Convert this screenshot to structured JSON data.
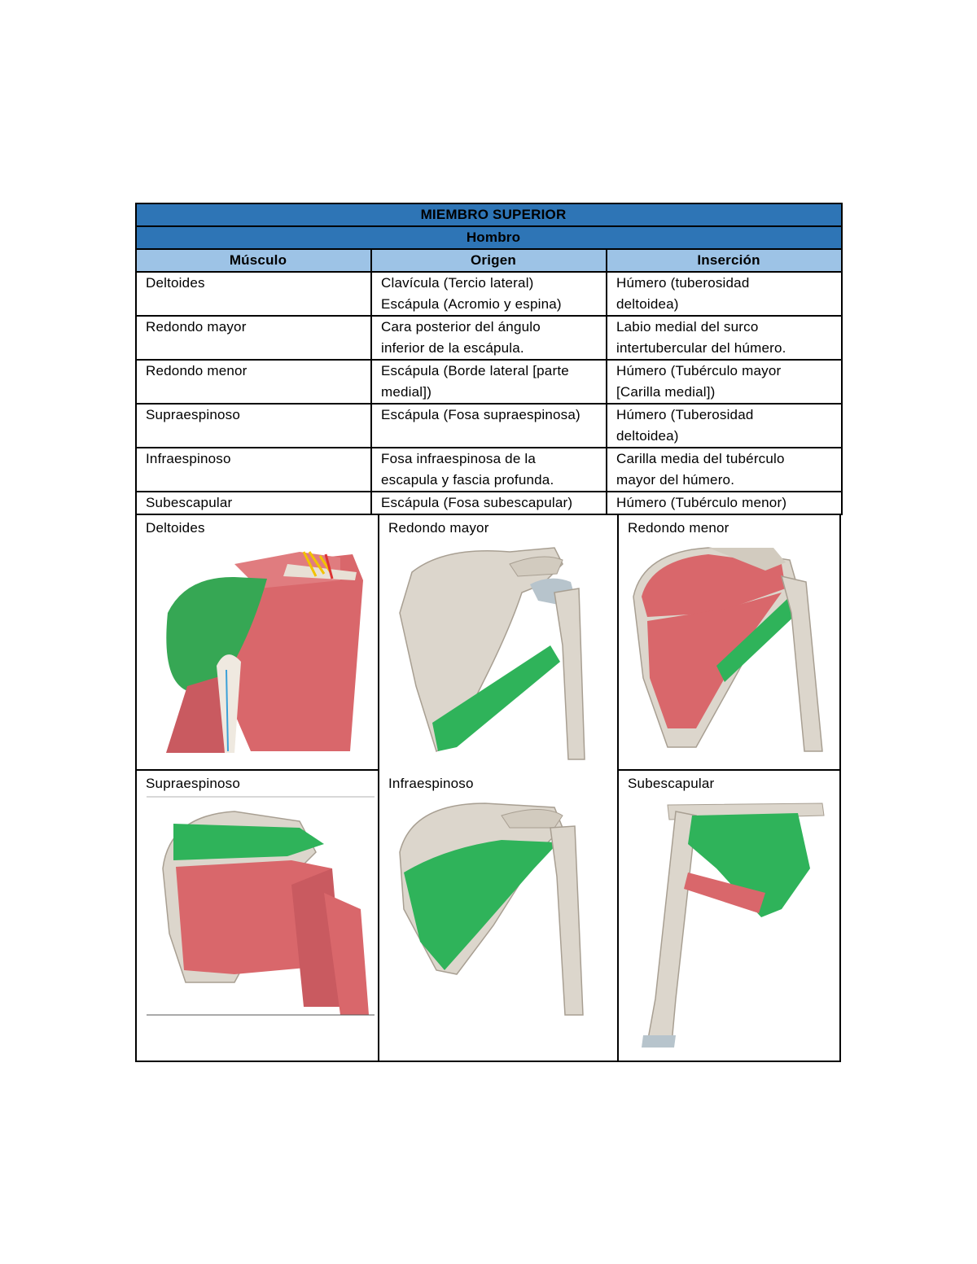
{
  "table": {
    "title": "MIEMBRO SUPERIOR",
    "subtitle": "Hombro",
    "headers": [
      "Músculo",
      "Origen",
      "Inserción"
    ],
    "rows": [
      {
        "muscle": "Deltoides",
        "origin": [
          "Clavícula (Tercio lateral)",
          "Escápula (Acromio y espina)"
        ],
        "insertion": [
          "Húmero (tuberosidad",
          "deltoidea)"
        ]
      },
      {
        "muscle": "Redondo mayor",
        "origin": [
          "Cara posterior del ángulo",
          "inferior de la escápula."
        ],
        "insertion": [
          "Labio medial del surco",
          "intertubercular del húmero."
        ]
      },
      {
        "muscle": "Redondo menor",
        "origin": [
          "Escápula (Borde lateral [parte",
          "medial])"
        ],
        "insertion": [
          "Húmero (Tubérculo mayor",
          "[Carilla medial])"
        ]
      },
      {
        "muscle": "Supraespinoso",
        "origin": [
          "Escápula (Fosa supraespinosa)",
          ""
        ],
        "insertion": [
          "Húmero (Tuberosidad",
          "deltoidea)"
        ]
      },
      {
        "muscle": "Infraespinoso",
        "origin": [
          "Fosa infraespinosa de la",
          "escapula y fascia profunda."
        ],
        "insertion": [
          "Carilla media del tubérculo",
          "mayor del húmero."
        ]
      },
      {
        "muscle": "Subescapular",
        "origin": [
          "Escápula (Fosa subescapular)"
        ],
        "insertion": [
          "Húmero (Tubérculo menor)"
        ]
      }
    ]
  },
  "figures": [
    {
      "label": "Deltoides",
      "image": "deltoid-illustration"
    },
    {
      "label": "Redondo mayor",
      "image": "teres-major-illustration"
    },
    {
      "label": "Redondo menor",
      "image": "teres-minor-illustration"
    },
    {
      "label": "Supraespinoso",
      "image": "supraspinatus-illustration"
    },
    {
      "label": "Infraespinoso",
      "image": "infraspinatus-illustration"
    },
    {
      "label": "Subescapular",
      "image": "subscapularis-illustration"
    }
  ],
  "colors": {
    "title_bg": "#2e75b6",
    "header_bg": "#9dc3e6",
    "muscle_red": "#d9676b",
    "highlight_green": "#2fb35a",
    "bone": "#dcd6cc"
  }
}
